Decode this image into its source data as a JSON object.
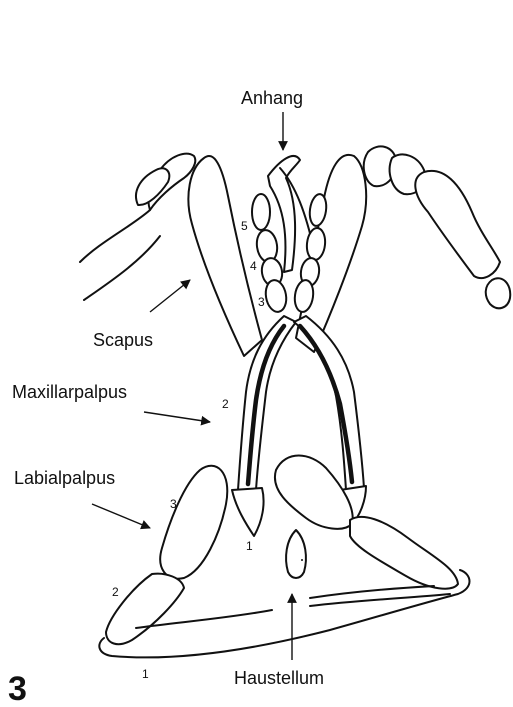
{
  "figure_number": "3",
  "labels": {
    "anhang": "Anhang",
    "scapus": "Scapus",
    "maxillarpalpus": "Maxillarpalpus",
    "labialpalpus": "Labialpalpus",
    "haustellum": "Haustellum"
  },
  "segment_numbers": {
    "maxillar_5": "5",
    "maxillar_4": "4",
    "maxillar_3": "3",
    "maxillar_2": "2",
    "maxillar_1": "1",
    "labial_3": "3",
    "labial_2": "2",
    "labial_1": "1"
  }
}
